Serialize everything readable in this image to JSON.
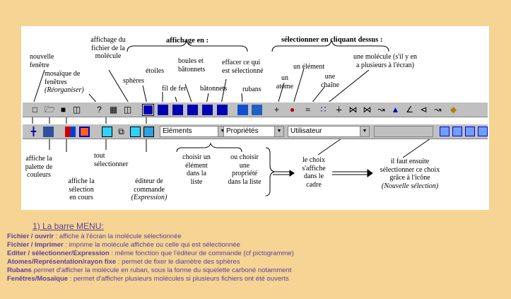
{
  "annotations": {
    "nouvelle_fenetre": [
      "nouvelle",
      "fenêtre"
    ],
    "mosaique": [
      "mosaïque de",
      "fenêtres"
    ],
    "reorganiser": "(Réorganiser)",
    "affichage_molecule": [
      "affichage du",
      "fichier de la",
      "molécule"
    ],
    "affichage_en": "affichage en :",
    "spheres": "sphères",
    "etoiles": "étoiles",
    "fil_de_fer": "fil de fer",
    "boules": [
      "boules et",
      "bâtonnets"
    ],
    "batonnets": "bâtonnets",
    "effacer": [
      "effacer ce qui",
      "est sélectionné"
    ],
    "rubans": "rubans",
    "selectionner_cliquant": "sélectionner en cliquant dessus :",
    "un_atome": [
      "un",
      "atome"
    ],
    "un_element": "un élément",
    "une_chaine": [
      "une",
      "chaîne"
    ],
    "une_molecule": [
      "une molécule (s'il y en",
      "a plusieurs à l'écran)"
    ],
    "palette": [
      "affiche la",
      "palette de",
      "couleurs"
    ],
    "selection_en_cours": [
      "affiche la",
      "sélection",
      "en cours"
    ],
    "tout_selectionner": [
      "tout",
      "sélectionner"
    ],
    "editeur": [
      "éditeur de",
      "commande"
    ],
    "expression": "(Expression)",
    "choisir_element": [
      "choisir un",
      "élément",
      "dans la",
      "liste"
    ],
    "choisir_propriete": [
      "ou choisir",
      "une",
      "propriété",
      "dans la liste"
    ],
    "choix_cadre": [
      "le choix",
      "s'affiche",
      "dans le",
      "cadre"
    ],
    "nouvelle_selection": [
      "il faut ensuite",
      "sélectionner ce choix",
      "grâce à l'icône"
    ],
    "nouvelle_selection_italic": "(Nouvelle sélection)"
  },
  "toolbar": {
    "combo_elements": "Eléments",
    "combo_proprietes": "Propriétés",
    "combo_utilisateur": "Utilisateur"
  },
  "colors": {
    "page_background": "#f5d494",
    "toolbar_gray": "#c0c0c0",
    "display_button_blue": "#0000b0",
    "notes_text": "#5b3f9a"
  },
  "notes": {
    "section_title": "1)    La barre MENU:",
    "lines": [
      {
        "term": "Fichier / ouvrir",
        "text": " : affiche à l'écran la molécule sélectionnée"
      },
      {
        "term": "Fichier / Imprimer",
        "text": " : imprime la molécule affichée ou celle qui est sélectionnée"
      },
      {
        "term": "Editer / sélectionner/Expression",
        "text": " : même fonction que l'éditeur de commande (cf pictogramme)"
      },
      {
        "term": "Atomes/Représentation/rayon fixe",
        "text": " : permet de fixer le diamètre des sphères"
      },
      {
        "term": "Rubans",
        "text": " permet d'afficher la molécule en ruban, sous la forme du squelette carboné notamment"
      },
      {
        "term": "Fenêtres/Mosaïque",
        "text": " : permet d'afficher plusieurs molécules si plusieurs fichiers ont été ouverts"
      }
    ]
  }
}
